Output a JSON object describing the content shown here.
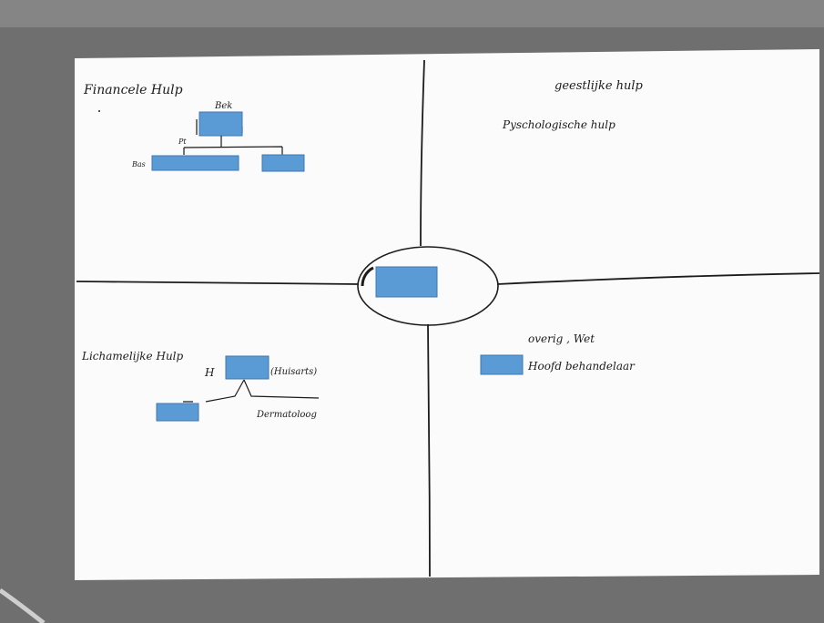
{
  "photo": {
    "paper_color": "#fbfbfb",
    "background_color": "#6f6f6f",
    "ink_color": "#1c1c1c",
    "redaction_color": "#5b9bd5",
    "redaction_border": "#3f77b0"
  },
  "quadrants": {
    "top_left": {
      "title": "Financele Hulp",
      "labels": {
        "top_box": "Bek",
        "left_pointer": "Pt",
        "left_box": "Bas"
      }
    },
    "top_right": {
      "title": "geestlijke hulp",
      "subtitle": "Pyschologische hulp"
    },
    "bottom_left": {
      "title": "Lichamelijke Hulp",
      "labels": {
        "prefix": "H",
        "doctor": "(Huisarts)",
        "specialist": "Dermatoloog"
      }
    },
    "bottom_right": {
      "title": "overig , Wet",
      "item": "Hoofd behandelaar"
    }
  }
}
